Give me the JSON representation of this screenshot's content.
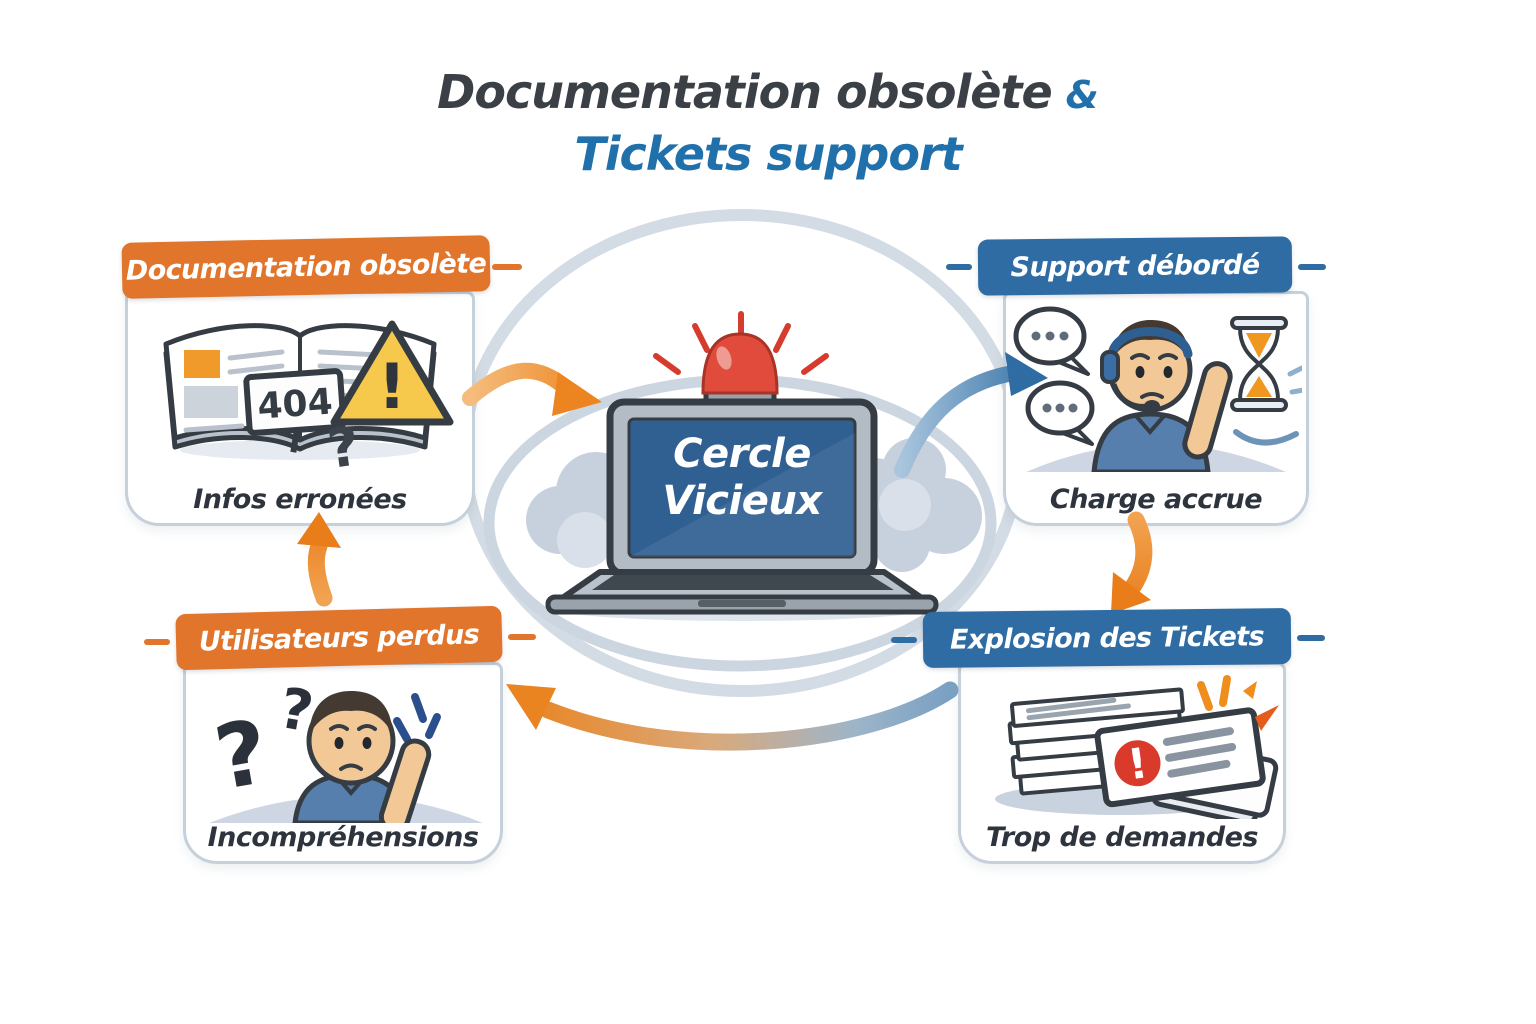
{
  "title": {
    "line1": "Documentation obsolète",
    "ampersand": "&",
    "line2": "Tickets support"
  },
  "center": {
    "screen_line1": "Cercle",
    "screen_line2": "Vicieux"
  },
  "nodes": {
    "documentation": {
      "header": "Documentation obsolète",
      "caption": "Infos erronées",
      "badge_404": "404",
      "warning_glyph": "!",
      "question_glyph": "?"
    },
    "support": {
      "header": "Support débordé",
      "caption": "Charge accrue"
    },
    "tickets": {
      "header": "Explosion des Tickets",
      "caption": "Trop de demandes",
      "alert_glyph": "!"
    },
    "users": {
      "header": "Utilisateurs perdus",
      "caption": "Incompréhensions",
      "question_glyph_big": "?",
      "question_glyph_small": "?"
    }
  },
  "colors": {
    "orange_accent": "#e0752b",
    "blue_accent": "#2e6ca3",
    "title_dark": "#3a4046",
    "title_blue": "#2070ab",
    "arc_gray": "#ccd6e1",
    "alert_red": "#d93a2b",
    "siren_red": "#e04b3b",
    "warning_yellow": "#f6c84c"
  }
}
